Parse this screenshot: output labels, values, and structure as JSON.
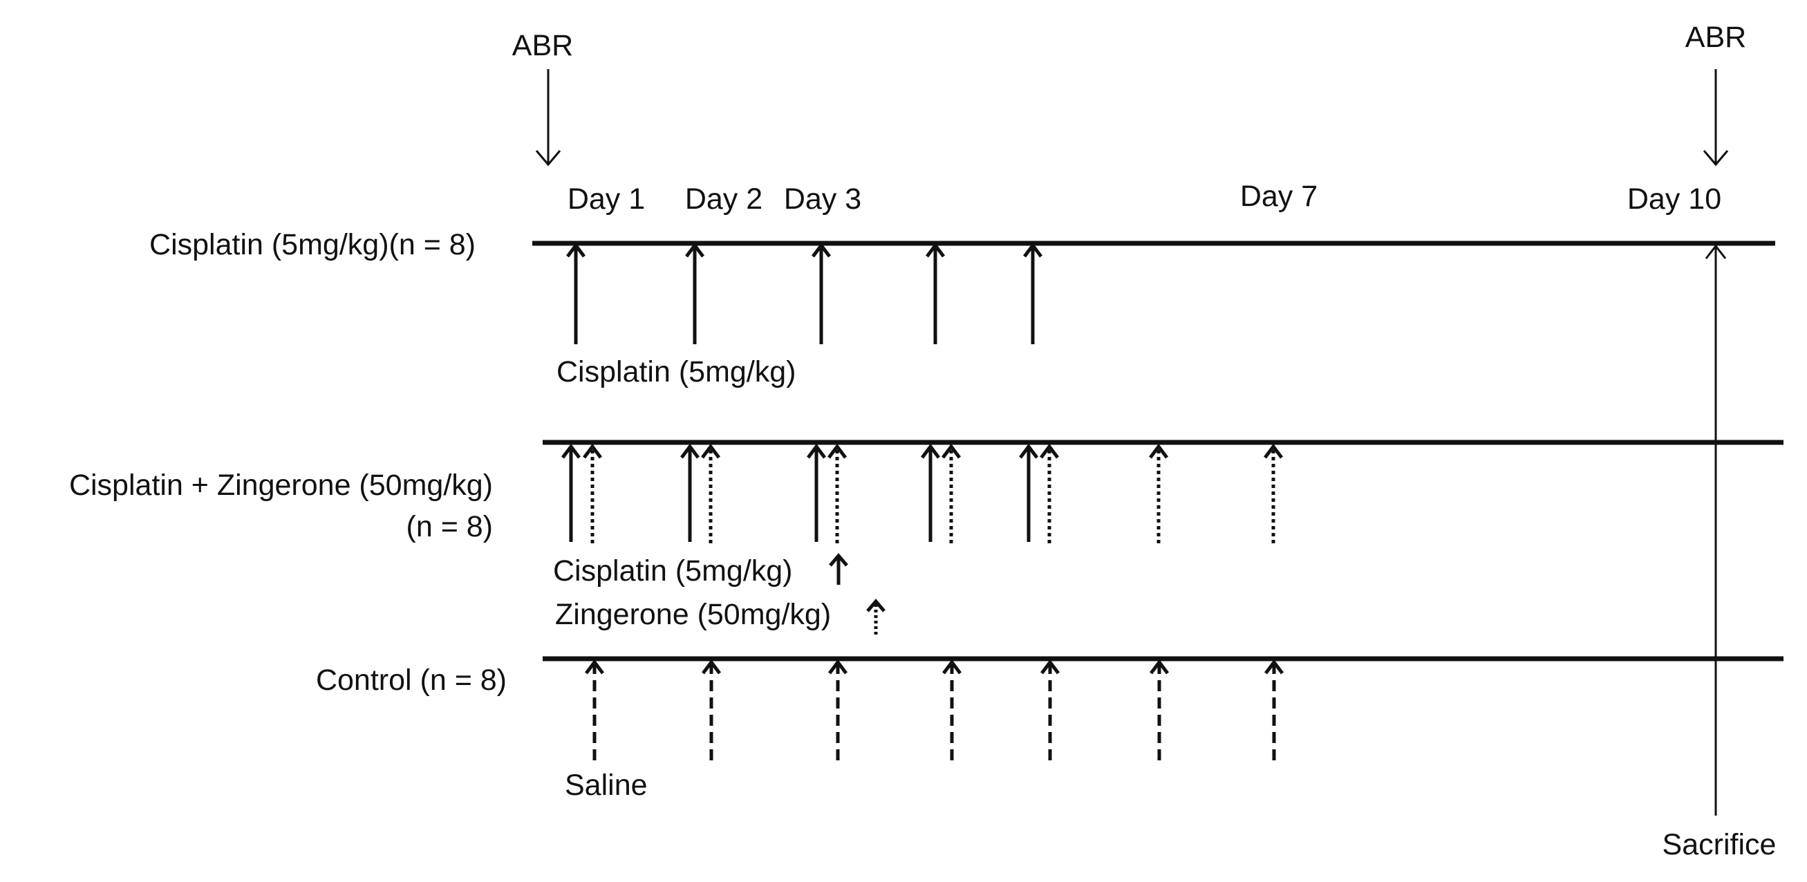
{
  "abr_labels": [
    "ABR",
    "ABR"
  ],
  "days": [
    "Day 1",
    "Day 2",
    "Day 3",
    "Day 7",
    "Day 10"
  ],
  "groups": {
    "cisplatin": {
      "label": "Cisplatin (5mg/kg)(n = 8)"
    },
    "combo": {
      "label_line1": "Cisplatin + Zingerone (50mg/kg)",
      "label_line2": "(n = 8)"
    },
    "control": {
      "label": "Control (n = 8)"
    }
  },
  "legend": {
    "cisplatin_row1": "Cisplatin (5mg/kg)",
    "cisplatin_row2": "Cisplatin (5mg/kg)",
    "zingerone": "Zingerone (50mg/kg)",
    "saline": "Saline"
  },
  "sacrifice": "Sacrifice",
  "arrow_styles": {
    "cisplatin": "solid",
    "zingerone": "dotted",
    "saline": "dashed",
    "abr": "thin-solid"
  },
  "injection_counts": {
    "cisplatin_group_cisplatin": 5,
    "combo_group_cisplatin": 5,
    "combo_group_zingerone": 7,
    "control_group_saline": 7
  }
}
